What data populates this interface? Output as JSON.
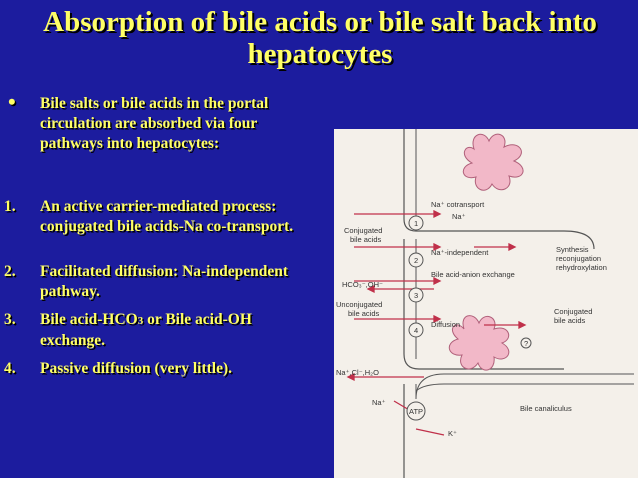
{
  "slide": {
    "title": "Absorption of bile acids or bile salt back into hepatocytes",
    "bullet": {
      "marker": "•",
      "text": "Bile salts or bile acids in the portal circulation are absorbed via four pathways into hepatocytes:"
    },
    "items": [
      {
        "num": "1.",
        "text": "An active carrier-mediated process: conjugated bile acids-Na co-transport."
      },
      {
        "num": "2.",
        "text": "Facilitated diffusion: Na-independent pathway."
      },
      {
        "num": "3.",
        "text_pre": "Bile acid-HCO",
        "text_sub": "3",
        "text_post": " or Bile acid-OH exchange."
      },
      {
        "num": "4.",
        "text": "Passive diffusion (very little)."
      }
    ]
  },
  "figure": {
    "labels": {
      "na_cotransport": "Na⁺ cotransport",
      "na_plus_1": "Na⁺",
      "conjugated_bile_acids_1": "Conjugated",
      "conjugated_bile_acids_2": "bile acids",
      "na_independent": "Na⁺-independent",
      "synthesis_1": "Synthesis",
      "synthesis_2": "reconjugation",
      "synthesis_3": "rehydroxylation",
      "bile_acid_anion": "Bile acid-anion exchange",
      "hco3_oh": "HCO₃⁻,OH⁻",
      "unconjugated_1": "Unconjugated",
      "unconjugated_2": "bile acids",
      "diffusion": "Diffusion",
      "conjugated_right_1": "Conjugated",
      "conjugated_right_2": "bile acids",
      "na_cl_h2o": "Na⁺,Cl⁻,H₂O",
      "na_plus_2": "Na⁺",
      "atp": "ATP",
      "bile_canaliculus": "Bile canaliculus",
      "k_plus": "K⁺",
      "question": "?"
    },
    "pathways": [
      "1",
      "2",
      "3",
      "4"
    ]
  }
}
